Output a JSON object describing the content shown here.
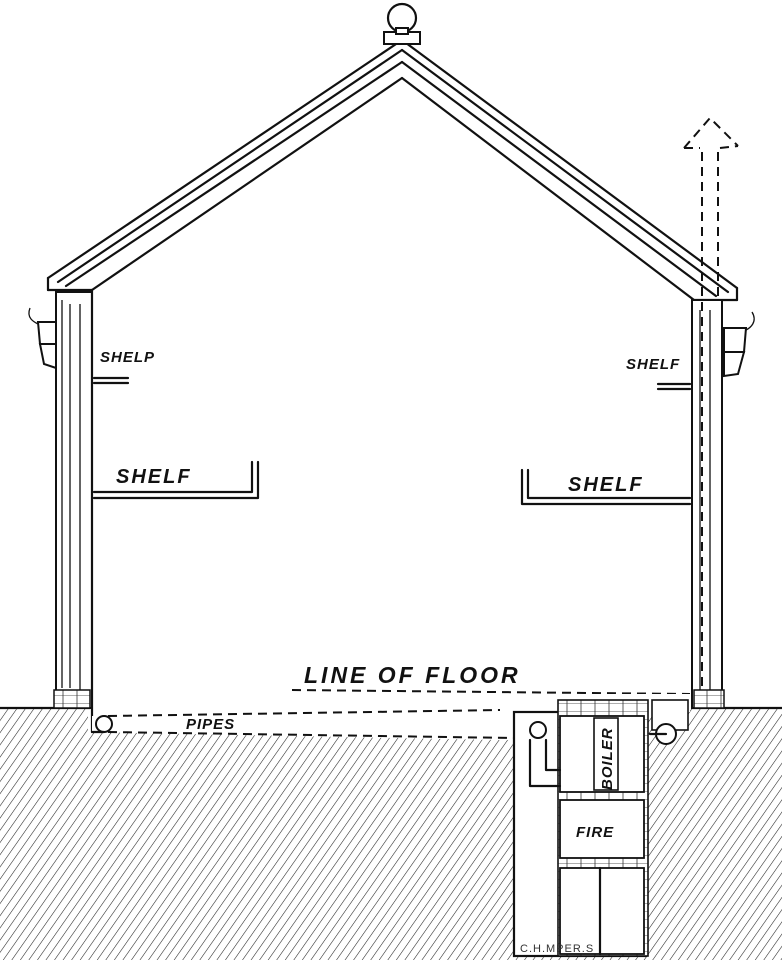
{
  "labels": {
    "shelf_upper_left": "SHELP",
    "shelf_upper_right": "SHELF",
    "shelf_lower_left": "SHELF",
    "shelf_lower_right": "SHELF",
    "line_of_floor": "LINE OF FLOOR",
    "pipes": "PIPES",
    "boiler": "BOILER",
    "fire": "FIRE",
    "engraver_signature": "C.H.MPER.S"
  },
  "colors": {
    "ink": "#111111",
    "paper": "#ffffff"
  }
}
